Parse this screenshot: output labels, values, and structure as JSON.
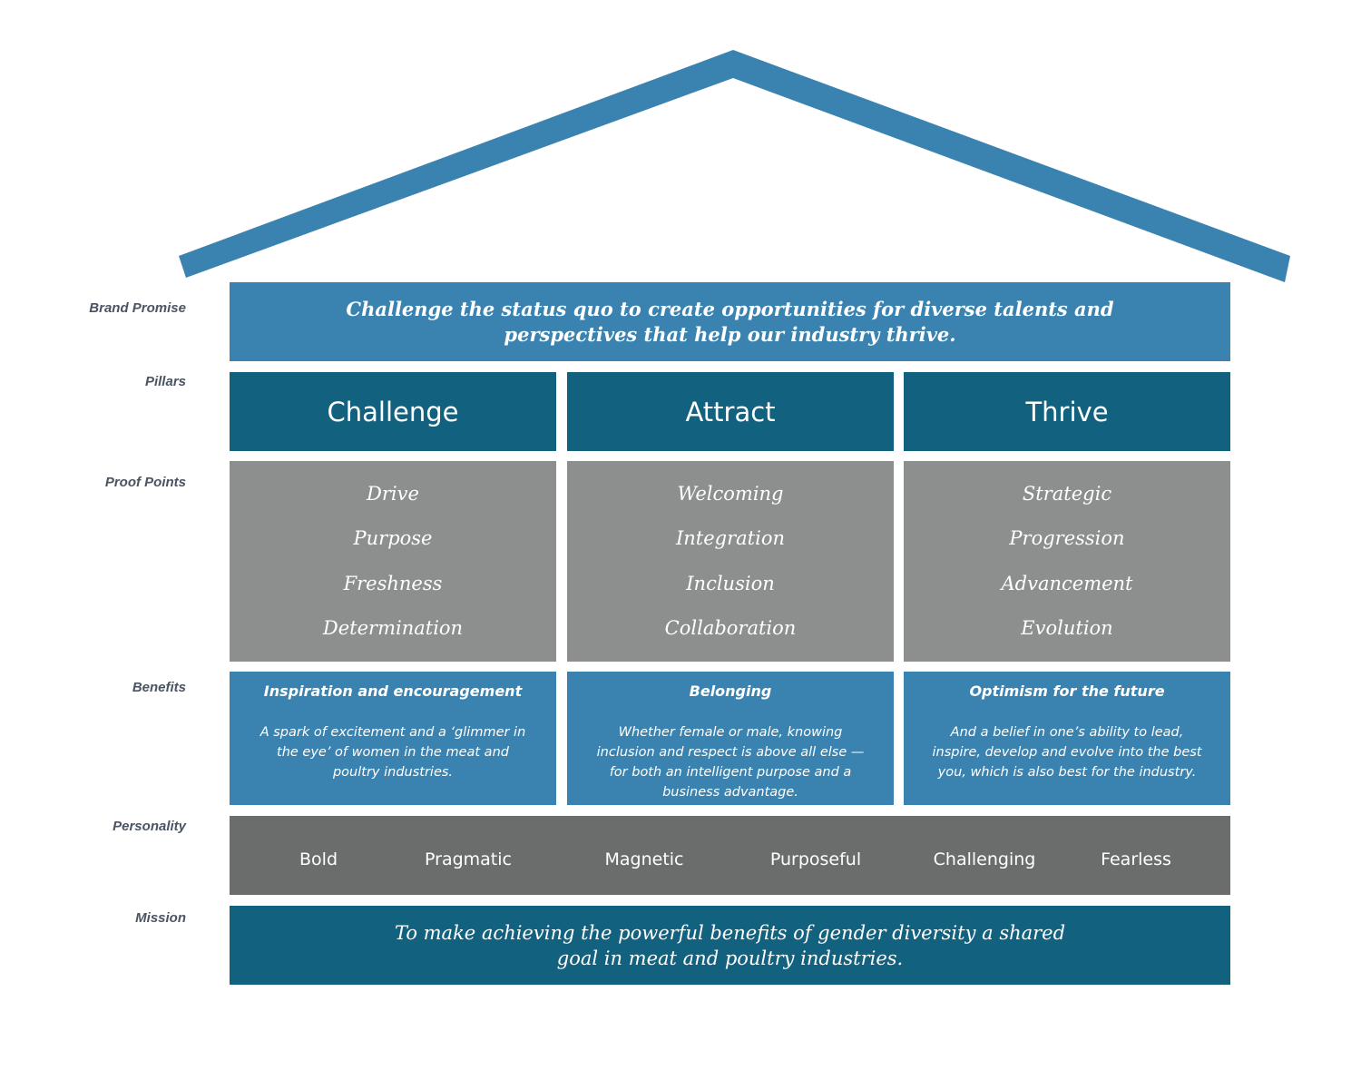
{
  "labels": {
    "brand_promise": "Brand Promise",
    "pillars": "Pillars",
    "proof_points": "Proof Points",
    "benefits": "Benefits",
    "personality": "Personality",
    "mission": "Mission"
  },
  "brand_promise": "Challenge the status quo to create opportunities for diverse talents and perspectives that help our industry thrive.",
  "pillars": [
    "Challenge",
    "Attract",
    "Thrive"
  ],
  "proof_points": [
    [
      "Drive",
      "Purpose",
      "Freshness",
      "Determination"
    ],
    [
      "Welcoming",
      "Integration",
      "Inclusion",
      "Collaboration"
    ],
    [
      "Strategic",
      "Progression",
      "Advancement",
      "Evolution"
    ]
  ],
  "benefits": [
    {
      "title": "Inspiration and encouragement",
      "text": "A spark of excitement and a ‘glimmer in the eye’ of women in the meat and poultry industries."
    },
    {
      "title": "Belonging",
      "text": "Whether female or male, knowing inclusion and respect is above all else —for both an intelligent purpose and a business advantage."
    },
    {
      "title": "Optimism for the future",
      "text": "And a belief in one’s ability to lead, inspire, develop and evolve into the best you, which is also best for the industry."
    }
  ],
  "personality": [
    "Bold",
    "Pragmatic",
    "Magnetic",
    "Purposeful",
    "Challenging",
    "Fearless"
  ],
  "mission": "To make achieving the powerful benefits of gender diversity a shared goal in meat and poultry industries.",
  "colors": {
    "roof": "#3a83b0",
    "promise": "#3a83b0",
    "pillar": "#12627f",
    "proof": "#8d8f8f",
    "benefit": "#3a83b0",
    "personality": "#6b6d6c",
    "mission": "#12627f",
    "label_text": "#4a5463"
  }
}
